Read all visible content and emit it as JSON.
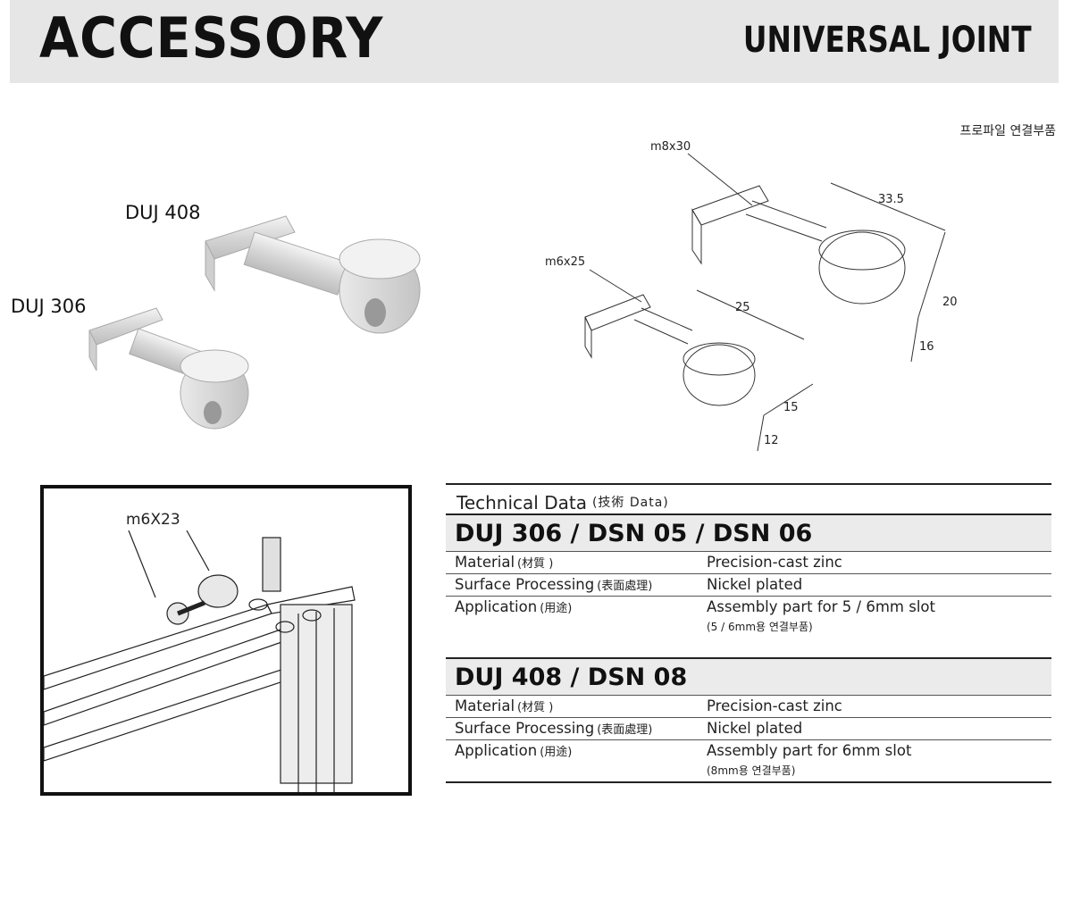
{
  "header": {
    "title": "ACCESSORY",
    "subtitle": "UNIVERSAL JOINT"
  },
  "photo": {
    "label_large": "DUJ 408",
    "label_small": "DUJ 306"
  },
  "drawing": {
    "note": "프로파일 연결부품",
    "dim_m8": "m8x30",
    "dim_m6": "m6x25",
    "dim_33": "33.5",
    "dim_25": "25",
    "dim_20": "20",
    "dim_16": "16",
    "dim_15": "15",
    "dim_12": "12"
  },
  "detail": {
    "screw_label": "m6X23"
  },
  "tech": {
    "title": "Technical Data",
    "title_sub": "(技術  Data)",
    "sections": [
      {
        "model": "DUJ 306 / DSN 05 / DSN 06",
        "material_label": "Material",
        "material_cjk": "(材質 )",
        "material_value": "Precision-cast zinc",
        "surface_label": "Surface Processing",
        "surface_cjk": "(表面處理)",
        "surface_value": "Nickel plated",
        "app_label": "Application",
        "app_cjk": "(用途)",
        "app_value": "Assembly part for 5 / 6mm slot",
        "app_note": "(5 / 6mm용 연결부품)"
      },
      {
        "model": "DUJ 408 / DSN 08",
        "material_label": "Material",
        "material_cjk": "(材質 )",
        "material_value": "Precision-cast zinc",
        "surface_label": "Surface Processing",
        "surface_cjk": "(表面處理)",
        "surface_value": "Nickel plated",
        "app_label": "Application",
        "app_cjk": "(用途)",
        "app_value": "Assembly part for 6mm slot",
        "app_note": "(8mm용 연결부품)"
      }
    ]
  }
}
